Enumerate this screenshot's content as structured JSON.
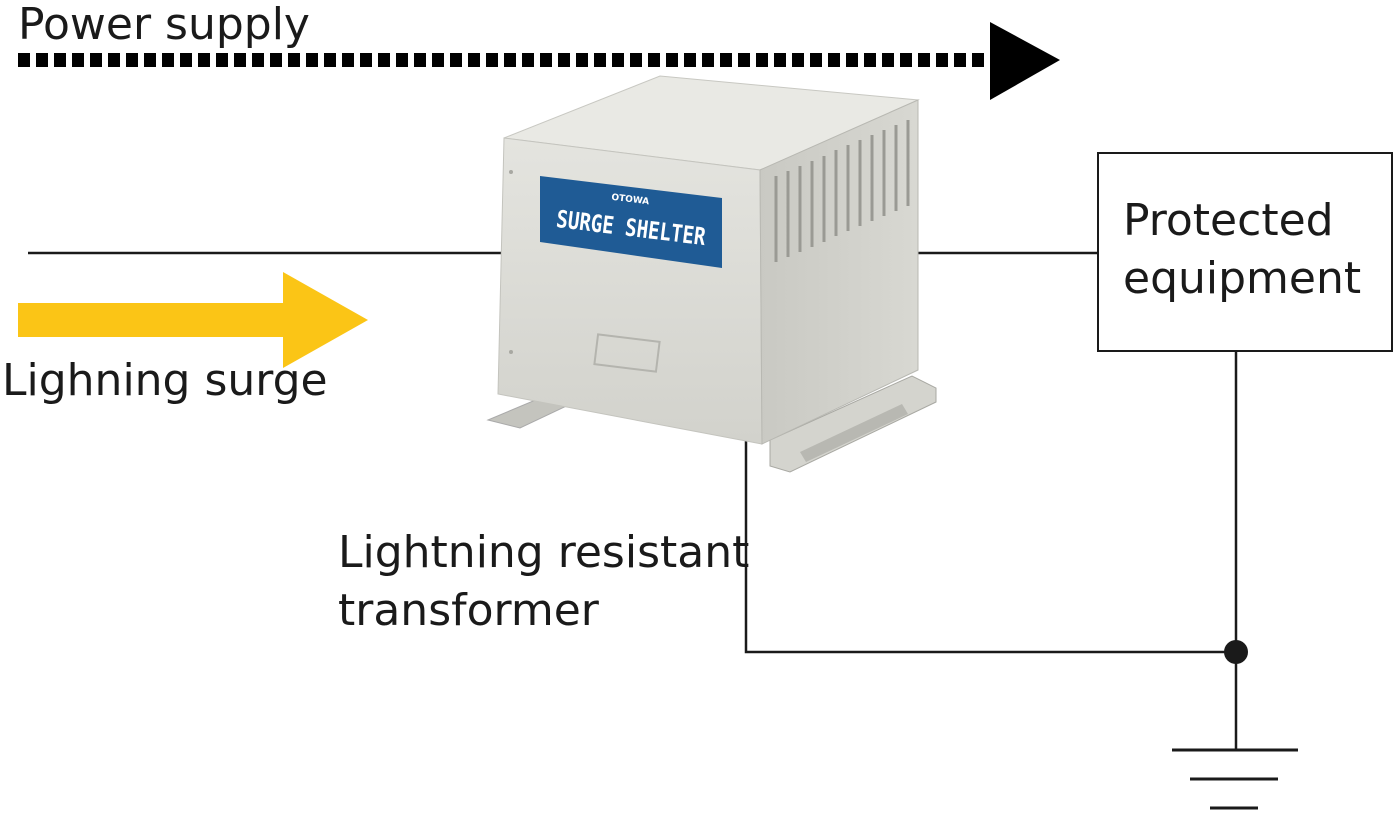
{
  "labels": {
    "power_supply": "Power supply",
    "lightning_surge": "Lighning surge",
    "transformer_line1": "Lightning resistant",
    "transformer_line2": "transformer",
    "equipment_line1": "Protected",
    "equipment_line2": "equipment"
  },
  "device": {
    "brand_small": "OTOWA",
    "brand_name": "SURGE SHELTER"
  },
  "colors": {
    "surge_arrow": "#fbc516",
    "power_arrow": "#000000",
    "wire": "#1a1a1a",
    "device_body": "#dcdcd7",
    "brand_plate": "#1f5b95"
  }
}
